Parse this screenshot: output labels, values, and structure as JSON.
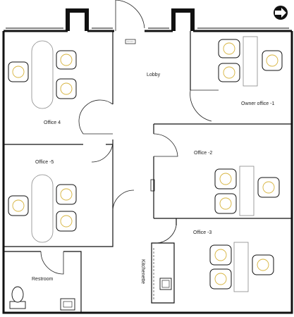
{
  "rooms": {
    "lobby": "Lobby",
    "owner_office": "Owner office  -1",
    "office_4": "Office 4",
    "office_5": "Office -5",
    "office_2": "Office -2",
    "office_3": "Office -3",
    "kitchenette": "Kitchenette",
    "restroom": "Restroom"
  },
  "colors": {
    "wall": "#111111",
    "furniture_accent": "#d6b23a",
    "table": "#888888"
  },
  "icons": {
    "north_arrow": "north-arrow-icon"
  }
}
